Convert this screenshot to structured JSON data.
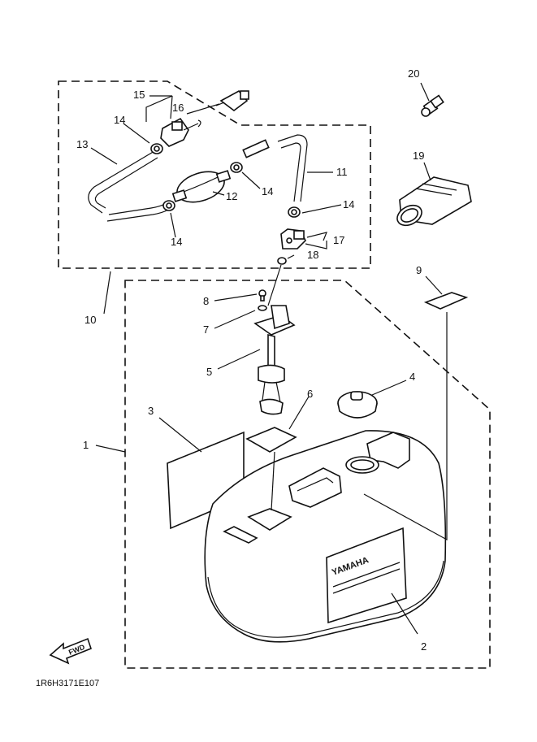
{
  "diagram": {
    "drawing_code": "1R6H3171E107",
    "brand_on_tank": "YAMAHA",
    "direction_marker": "FWD",
    "callouts": [
      "1",
      "2",
      "3",
      "4",
      "5",
      "6",
      "7",
      "8",
      "9",
      "10",
      "11",
      "12",
      "13",
      "14",
      "14",
      "14",
      "14",
      "15",
      "16",
      "17",
      "18",
      "19",
      "20"
    ]
  }
}
